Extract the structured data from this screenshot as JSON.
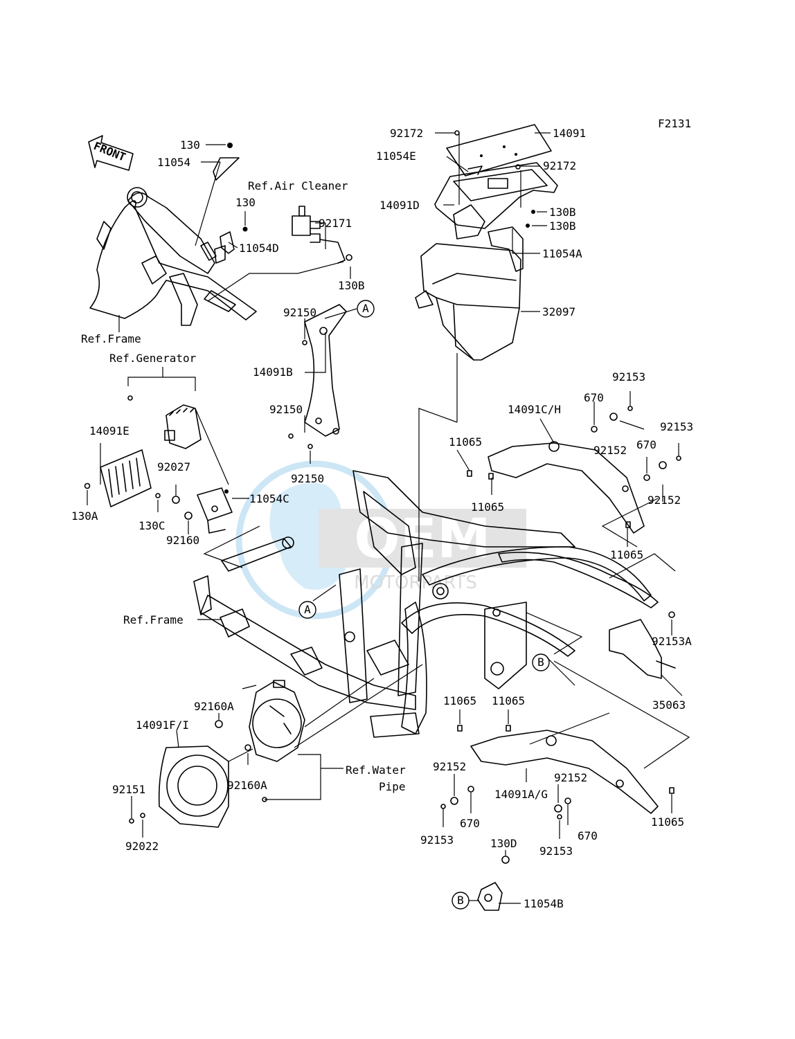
{
  "diagram_code": "F2131",
  "front_label": "FRONT",
  "watermark": {
    "main": "OEM",
    "sub": "MOTORPARTS"
  },
  "refs": {
    "air_cleaner": "Ref.Air Cleaner",
    "frame_top": "Ref.Frame",
    "generator": "Ref.Generator",
    "frame_mid": "Ref.Frame",
    "water_pipe_1": "Ref.Water",
    "water_pipe_2": "Pipe"
  },
  "callouts": {
    "a1": "A",
    "a2": "A",
    "b1": "B",
    "b2": "B"
  },
  "parts": {
    "p130_top": "130",
    "p11054": "11054",
    "p130_mid": "130",
    "p11054D": "11054D",
    "p92171": "92171",
    "p130B_left": "130B",
    "p92172_left": "92172",
    "p14091": "14091",
    "p11054E": "11054E",
    "p92172_right": "92172",
    "p14091D": "14091D",
    "p130B_r1": "130B",
    "p130B_r2": "130B",
    "p11054A": "11054A",
    "p32097": "32097",
    "p92150_a": "92150",
    "p14091B": "14091B",
    "p92150_b": "92150",
    "p92150_c": "92150",
    "p92153_a": "92153",
    "p670_a": "670",
    "p14091CH": "14091C/H",
    "p92153_b": "92153",
    "p11065_a": "11065",
    "p92152_a": "92152",
    "p670_b": "670",
    "p11065_b": "11065",
    "p92152_b": "92152",
    "p11065_c": "11065",
    "p14091E": "14091E",
    "p92027": "92027",
    "p11054C": "11054C",
    "p130A": "130A",
    "p130C": "130C",
    "p92160": "92160",
    "p92153A": "92153A",
    "p35063": "35063",
    "p92160A_a": "92160A",
    "p14091FI": "14091F/I",
    "p92160A_b": "92160A",
    "p92151": "92151",
    "p92022": "92022",
    "p11065_d": "11065",
    "p11065_e": "11065",
    "p92152_c": "92152",
    "p14091AG": "14091A/G",
    "p92152_d": "92152",
    "p670_c": "670",
    "p670_d": "670",
    "p11065_f": "11065",
    "p92153_c": "92153",
    "p92153_d": "92153",
    "p130D": "130D",
    "p11054B": "11054B"
  }
}
